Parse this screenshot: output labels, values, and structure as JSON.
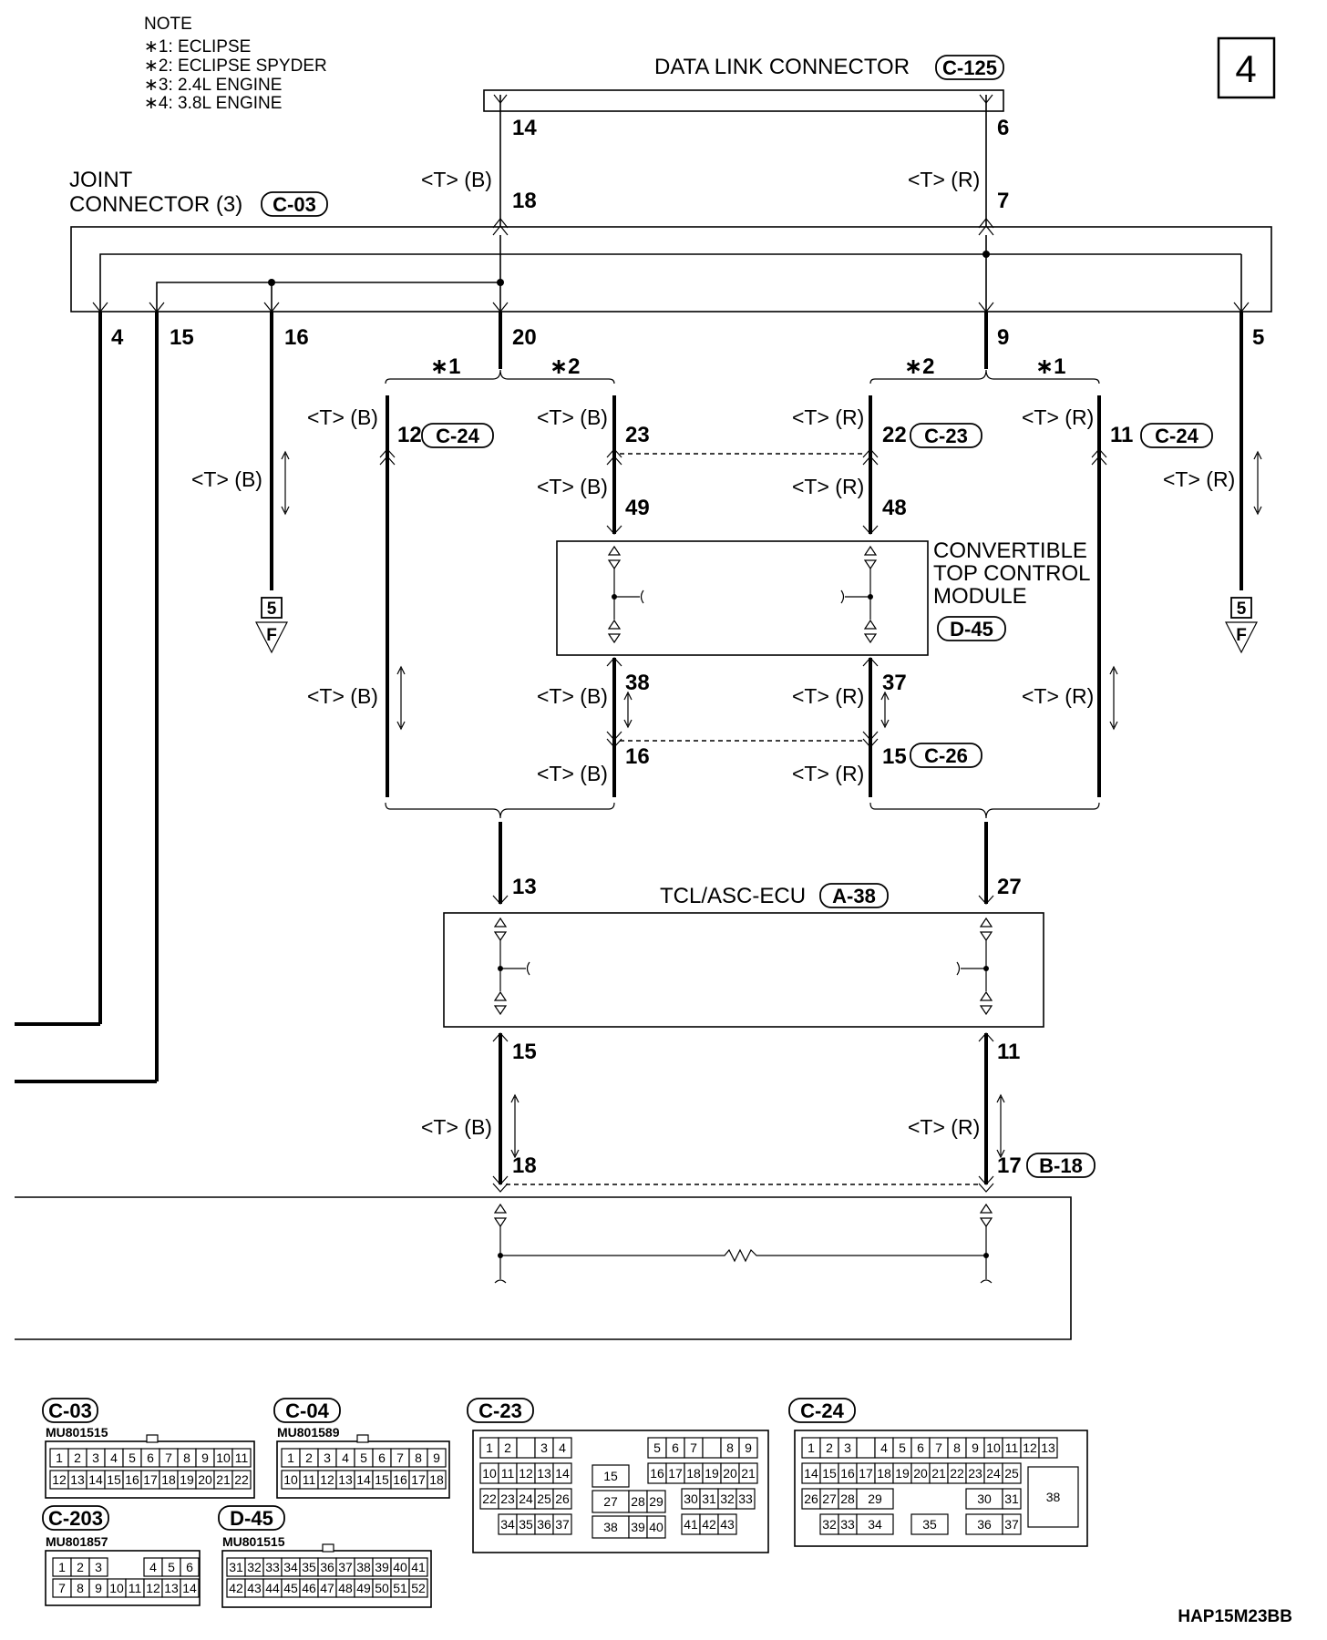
{
  "page_number": "4",
  "note": {
    "heading": "NOTE",
    "items": [
      "∗1: ECLIPSE",
      "∗2: ECLIPSE SPYDER",
      "∗3: 2.4L ENGINE",
      "∗4: 3.8L ENGINE"
    ]
  },
  "data_link_connector": {
    "label": "DATA LINK CONNECTOR",
    "code": "C-125",
    "pin_left": "14",
    "pin_right": "6"
  },
  "joint_connector": {
    "label_line1": "JOINT",
    "label_line2": "CONNECTOR (3)",
    "code": "C-03",
    "pin_top_left": "18",
    "pin_top_right": "7",
    "pins_bottom": [
      "4",
      "15",
      "16",
      "20",
      "9",
      "5"
    ]
  },
  "wire_labels": {
    "black": "<T> (B)",
    "red": "<T> (R)"
  },
  "variant_marks": {
    "eclipse": "∗1",
    "spyder": "∗2"
  },
  "inline_connectors": {
    "c24_left_pin": "12",
    "c24_right_pin": "11",
    "c24_code": "C-24",
    "c23_left_pin": "23",
    "c23_right_pin": "22",
    "c23_code": "C-23",
    "c26_left_pin": "16",
    "c26_right_pin": "15",
    "c26_code": "C-26"
  },
  "convertible_module": {
    "line1": "CONVERTIBLE",
    "line2": "TOP CONTROL",
    "line3": "MODULE",
    "code": "D-45",
    "pin_top_left": "49",
    "pin_top_right": "48",
    "pin_bottom_left": "38",
    "pin_bottom_right": "37"
  },
  "ecu": {
    "label": "TCL/ASC-ECU",
    "code": "A-38",
    "pin_top_left": "13",
    "pin_top_right": "27",
    "pin_bottom_left": "15",
    "pin_bottom_right": "11"
  },
  "b18": {
    "pin_left": "18",
    "pin_right": "17",
    "code": "B-18"
  },
  "off_page": {
    "number": "5",
    "letter": "F"
  },
  "connector_views": {
    "c03": {
      "code": "C-03",
      "part": "MU801515"
    },
    "c04": {
      "code": "C-04",
      "part": "MU801589"
    },
    "c23": {
      "code": "C-23"
    },
    "c24": {
      "code": "C-24"
    },
    "c203": {
      "code": "C-203",
      "part": "MU801857"
    },
    "d45": {
      "code": "D-45",
      "part": "MU801515"
    }
  },
  "reference_code": "HAP15M23BB"
}
